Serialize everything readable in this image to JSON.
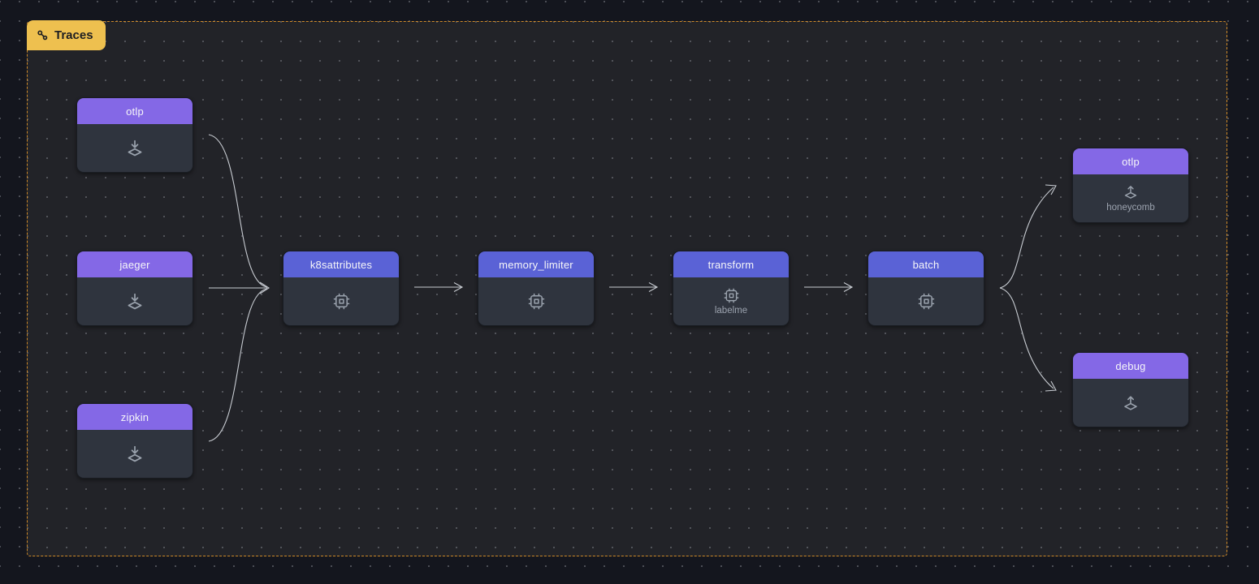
{
  "badge": {
    "label": "Traces",
    "icon": "trace-route-icon"
  },
  "nodes": {
    "receiver_otlp": {
      "label": "otlp",
      "type": "receiver",
      "icon": "download-box-icon"
    },
    "receiver_jaeger": {
      "label": "jaeger",
      "type": "receiver",
      "icon": "download-box-icon"
    },
    "receiver_zipkin": {
      "label": "zipkin",
      "type": "receiver",
      "icon": "download-box-icon"
    },
    "processor_k8sattributes": {
      "label": "k8sattributes",
      "type": "processor",
      "icon": "cpu-icon"
    },
    "processor_memory_limiter": {
      "label": "memory_limiter",
      "type": "processor",
      "icon": "cpu-icon"
    },
    "processor_transform": {
      "label": "transform",
      "sublabel": "labelme",
      "type": "processor",
      "icon": "cpu-icon"
    },
    "processor_batch": {
      "label": "batch",
      "type": "processor",
      "icon": "cpu-icon"
    },
    "exporter_otlp": {
      "label": "otlp",
      "sublabel": "honeycomb",
      "type": "exporter",
      "icon": "upload-box-icon"
    },
    "exporter_debug": {
      "label": "debug",
      "type": "exporter",
      "icon": "upload-box-icon"
    }
  },
  "edges": [
    {
      "from": "receiver_otlp",
      "to": "processor_k8sattributes"
    },
    {
      "from": "receiver_jaeger",
      "to": "processor_k8sattributes"
    },
    {
      "from": "receiver_zipkin",
      "to": "processor_k8sattributes"
    },
    {
      "from": "processor_k8sattributes",
      "to": "processor_memory_limiter"
    },
    {
      "from": "processor_memory_limiter",
      "to": "processor_transform"
    },
    {
      "from": "processor_transform",
      "to": "processor_batch"
    },
    {
      "from": "processor_batch",
      "to": "exporter_otlp"
    },
    {
      "from": "processor_batch",
      "to": "exporter_debug"
    }
  ],
  "colors": {
    "canvas_bg": "#14161e",
    "region_bg": "#222328",
    "region_border": "#cf8a28",
    "badge_bg": "#eec04f",
    "badge_text": "#1d1e22",
    "receiver_exporter_header": "#8468e6",
    "processor_header": "#5a62d6",
    "node_body": "#2f343e",
    "edge": "#c8ccd2",
    "icon": "#9aa2ad",
    "sublabel": "#9ca3af"
  }
}
